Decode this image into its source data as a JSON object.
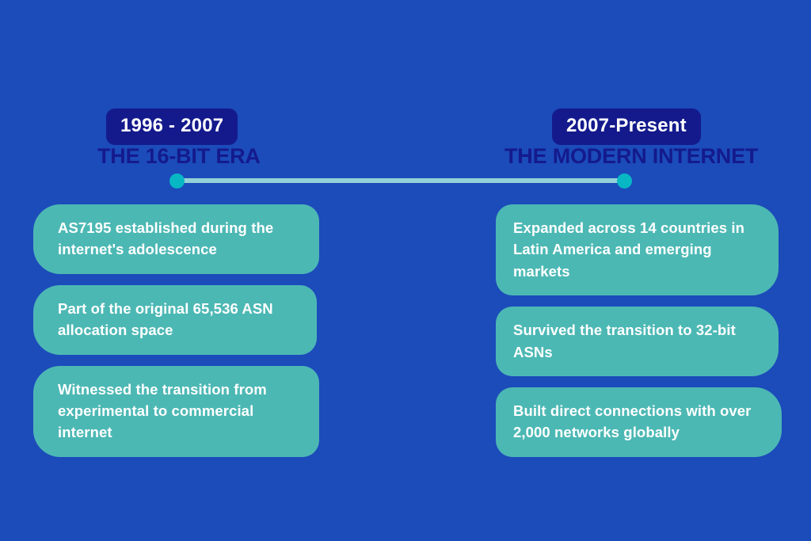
{
  "theme": {
    "background": "#1c4bba",
    "badge_background": "#141a8c",
    "badge_text": "#ffffff",
    "heading_text": "#141a8c",
    "card_background": "#4cb8b4",
    "card_text": "#ffffff",
    "timeline_track": "#93d1d7",
    "timeline_node": "#07b8c4"
  },
  "timeline": {
    "icon": "timeline-connector",
    "start_node_icon": "timeline-node-dot",
    "end_node_icon": "timeline-node-dot"
  },
  "columns": [
    {
      "id": "16-bit-era",
      "period": "1996 - 2007",
      "heading": "THE 16-BIT ERA",
      "facts": [
        "AS7195 established during the internet's adolescence",
        "Part of the original 65,536 ASN allocation space",
        "Witnessed the transition from experimental to commercial internet"
      ]
    },
    {
      "id": "modern-internet",
      "period": "2007-Present",
      "heading": "THE MODERN INTERNET",
      "facts": [
        "Expanded across 14 countries in Latin America and emerging markets",
        "Survived the transition to 32-bit ASNs",
        "Built direct connections with over 2,000 networks globally"
      ]
    }
  ]
}
